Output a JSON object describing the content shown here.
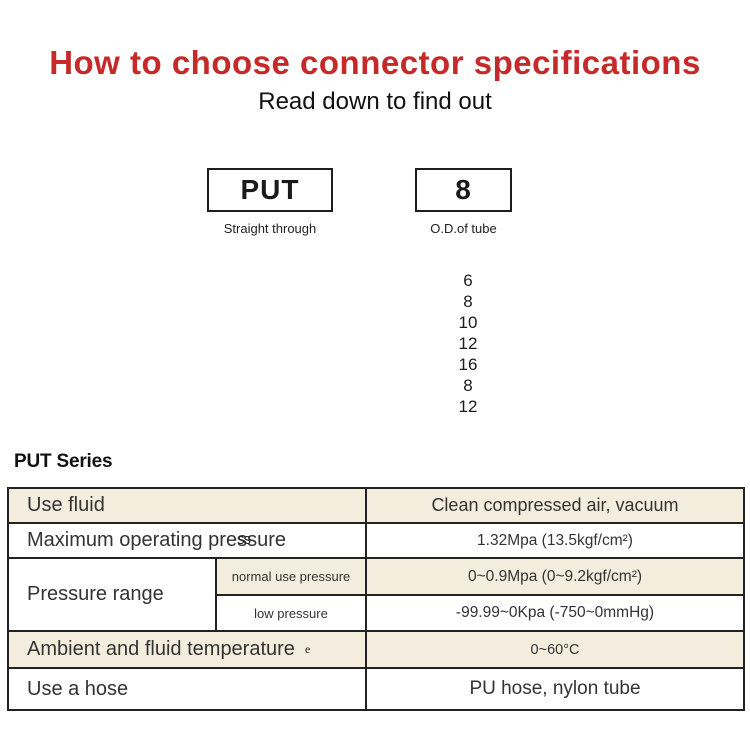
{
  "page": {
    "title": "How to choose connector specifications",
    "subtitle": "Read down to find out"
  },
  "model_code": {
    "segments": [
      {
        "code": "PUT",
        "label": "Straight through"
      },
      {
        "code": "8",
        "label": "O.D.of tube"
      }
    ],
    "tube_sizes": [
      "6",
      "8",
      "10",
      "12",
      "16",
      "8",
      "12"
    ]
  },
  "series": {
    "heading": "PUT Series"
  },
  "spec_table": {
    "use_fluid": {
      "label": "Use fluid",
      "value": "Clean compressed air, vacuum"
    },
    "max_pressure": {
      "label": "Maximum operating pressure",
      "artifact": "ss",
      "value": "1.32Mpa  (13.5kgf/cm²)"
    },
    "pressure_range": {
      "label": "Pressure range",
      "normal": {
        "label": "normal use pressure",
        "value": "0~0.9Mpa  (0~9.2kgf/cm²)"
      },
      "low": {
        "label": "low pressure",
        "value": "-99.99~0Kpa  (-750~0mmHg)"
      }
    },
    "temperature": {
      "label": "Ambient and fluid temperature",
      "artifact": "e",
      "value": "0~60°C"
    },
    "hose": {
      "label": "Use a hose",
      "value": "PU hose, nylon tube"
    }
  },
  "colors": {
    "accent_red": "#c5292a",
    "row_beige": "#f4eddd",
    "table_border": "#222222"
  }
}
